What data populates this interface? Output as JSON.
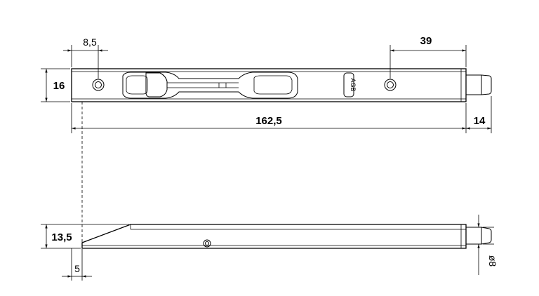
{
  "drawing": {
    "brand_mark": "AGB",
    "dimensions": {
      "hole_offset": "8,5",
      "right_hole_to_end": "39",
      "body_height": "16",
      "overall_length": "162,5",
      "bolt_projection": "14",
      "side_height": "13,5",
      "tip_thickness": "5",
      "bolt_diameter": "ø8"
    }
  }
}
